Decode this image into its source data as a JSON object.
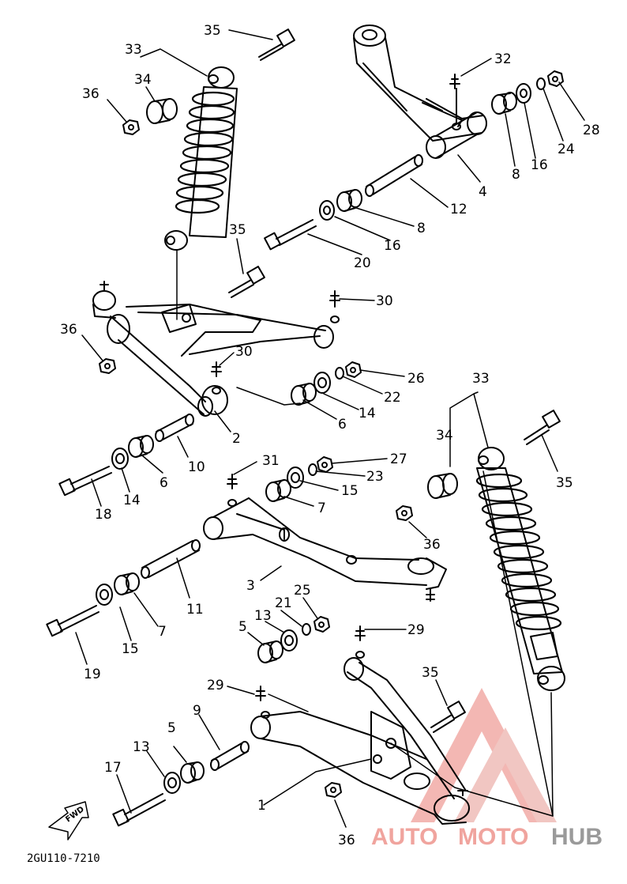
{
  "diagram": {
    "drawing_code": "2GU110-7210",
    "fwd_label": "FWD",
    "watermark": {
      "text_auto": "AUTO",
      "text_moto": "MOTO",
      "text_hub": "HUB",
      "color_red": "#e8413a",
      "color_gray": "#8c8c8c"
    },
    "callouts": [
      {
        "id": "c35a",
        "text": "35"
      },
      {
        "id": "c33a",
        "text": "33"
      },
      {
        "id": "c34a",
        "text": "34"
      },
      {
        "id": "c36a",
        "text": "36"
      },
      {
        "id": "c32",
        "text": "32"
      },
      {
        "id": "c28",
        "text": "28"
      },
      {
        "id": "c24",
        "text": "24"
      },
      {
        "id": "c16a",
        "text": "16"
      },
      {
        "id": "c8a",
        "text": "8"
      },
      {
        "id": "c4",
        "text": "4"
      },
      {
        "id": "c12",
        "text": "12"
      },
      {
        "id": "c8b",
        "text": "8"
      },
      {
        "id": "c16b",
        "text": "16"
      },
      {
        "id": "c20",
        "text": "20"
      },
      {
        "id": "c35b",
        "text": "35"
      },
      {
        "id": "c30a",
        "text": "30"
      },
      {
        "id": "c36b",
        "text": "36"
      },
      {
        "id": "c30b",
        "text": "30"
      },
      {
        "id": "c26",
        "text": "26"
      },
      {
        "id": "c22",
        "text": "22"
      },
      {
        "id": "c14a",
        "text": "14"
      },
      {
        "id": "c6a",
        "text": "6"
      },
      {
        "id": "c2",
        "text": "2"
      },
      {
        "id": "c10",
        "text": "10"
      },
      {
        "id": "c6b",
        "text": "6"
      },
      {
        "id": "c14b",
        "text": "14"
      },
      {
        "id": "c18",
        "text": "18"
      },
      {
        "id": "c31",
        "text": "31"
      },
      {
        "id": "c27",
        "text": "27"
      },
      {
        "id": "c23",
        "text": "23"
      },
      {
        "id": "c15a",
        "text": "15"
      },
      {
        "id": "c7a",
        "text": "7"
      },
      {
        "id": "c33b",
        "text": "33"
      },
      {
        "id": "c34b",
        "text": "34"
      },
      {
        "id": "c35c",
        "text": "35"
      },
      {
        "id": "c36c",
        "text": "36"
      },
      {
        "id": "c3",
        "text": "3"
      },
      {
        "id": "c11",
        "text": "11"
      },
      {
        "id": "c7b",
        "text": "7"
      },
      {
        "id": "c15b",
        "text": "15"
      },
      {
        "id": "c19",
        "text": "19"
      },
      {
        "id": "c25",
        "text": "25"
      },
      {
        "id": "c21",
        "text": "21"
      },
      {
        "id": "c13a",
        "text": "13"
      },
      {
        "id": "c5a",
        "text": "5"
      },
      {
        "id": "c29a",
        "text": "29"
      },
      {
        "id": "c35d",
        "text": "35"
      },
      {
        "id": "c29b",
        "text": "29"
      },
      {
        "id": "c9",
        "text": "9"
      },
      {
        "id": "c5b",
        "text": "5"
      },
      {
        "id": "c13b",
        "text": "13"
      },
      {
        "id": "c17",
        "text": "17"
      },
      {
        "id": "c1",
        "text": "1"
      },
      {
        "id": "c36d",
        "text": "36"
      }
    ]
  }
}
